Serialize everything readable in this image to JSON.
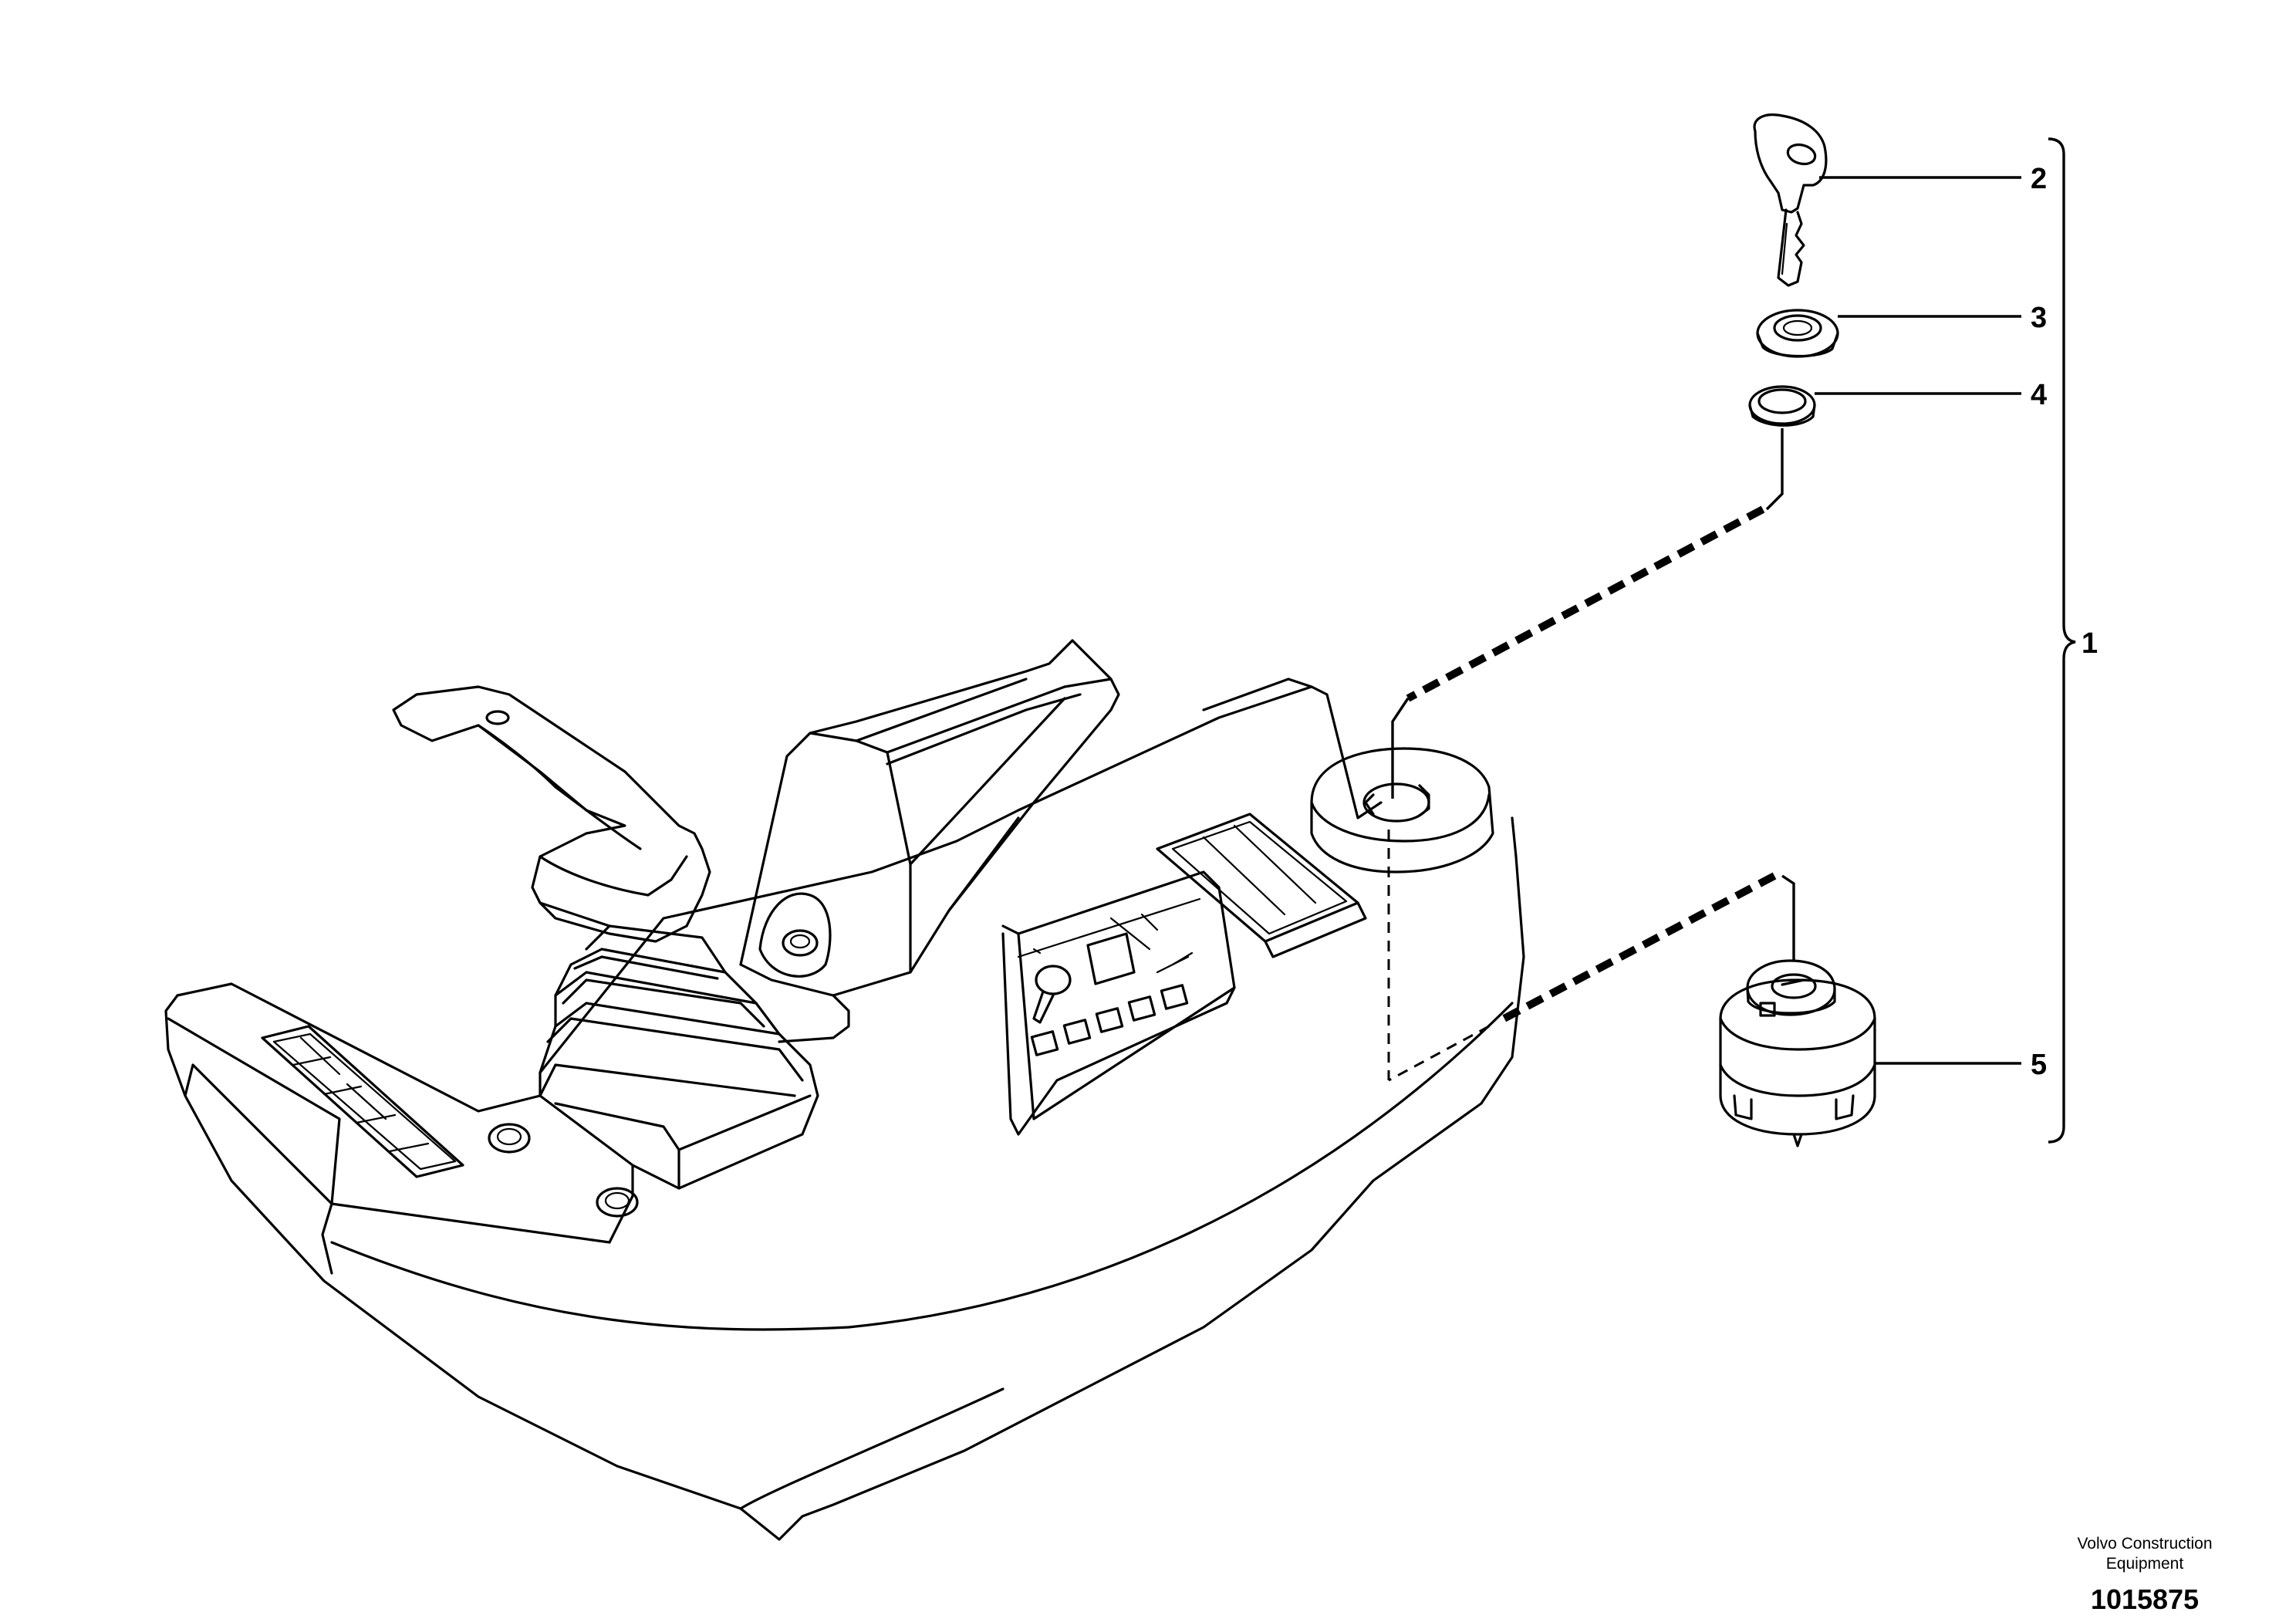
{
  "callouts": {
    "c1": "1",
    "c2": "2",
    "c3": "3",
    "c4": "4",
    "c5": "5"
  },
  "footer": {
    "company_line1": "Volvo Construction",
    "company_line2": "Equipment",
    "drawing_number": "1015875"
  }
}
